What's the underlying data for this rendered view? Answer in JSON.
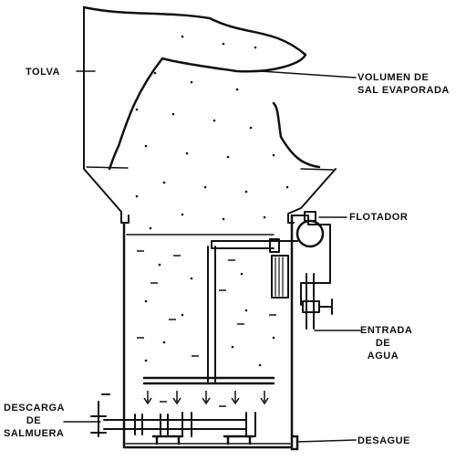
{
  "labels": {
    "tolva": "TOLVA",
    "volumen_line1": "VOLUMEN DE",
    "volumen_line2": "SAL EVAPORADA",
    "flotador": "FLOTADOR",
    "entrada_line1": "ENTRADA",
    "entrada_line2": "DE",
    "entrada_line3": "AGUA",
    "descarga_line1": "DESCARGA",
    "descarga_line2": "DE",
    "descarga_line3": "SALMUERA",
    "desague": "DESAGUE"
  },
  "colors": {
    "ink": "#111111",
    "paper": "#ffffff"
  }
}
